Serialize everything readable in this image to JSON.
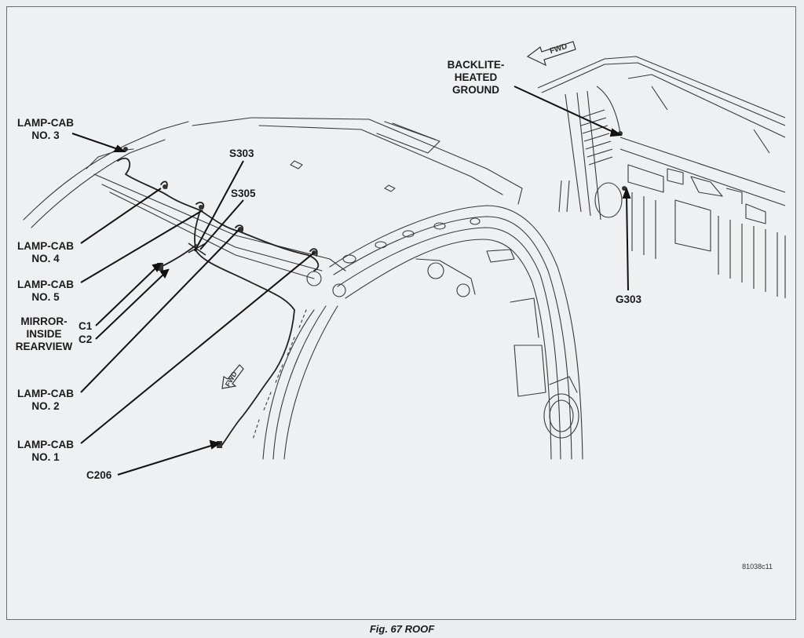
{
  "labels": {
    "lamp_cab_3": [
      "LAMP-CAB",
      "NO. 3"
    ],
    "s303": "S303",
    "s305": "S305",
    "lamp_cab_4": [
      "LAMP-CAB",
      "NO. 4"
    ],
    "lamp_cab_5": [
      "LAMP-CAB",
      "NO. 5"
    ],
    "mirror": [
      "MIRROR-",
      "INSIDE",
      "REARVIEW"
    ],
    "c1": "C1",
    "c2": "C2",
    "lamp_cab_2": [
      "LAMP-CAB",
      "NO. 2"
    ],
    "lamp_cab_1": [
      "LAMP-CAB",
      "NO. 1"
    ],
    "c206": "C206",
    "backlite": [
      "BACKLITE-",
      "HEATED",
      "GROUND"
    ],
    "g303": "G303"
  },
  "fwd_marker": "FWD",
  "figure_code": "81038c11",
  "caption": "Fig. 67 ROOF"
}
